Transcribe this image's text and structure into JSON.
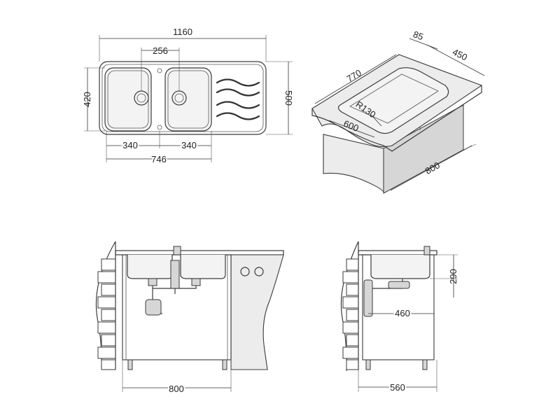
{
  "dimensions": {
    "top_length": "1160",
    "bowl_spacing": "256",
    "sink_depth": "420",
    "overall_depth": "500",
    "bowl_left": "340",
    "bowl_right": "340",
    "bowls_total": "746",
    "iso_width": "85",
    "iso_depth": "450",
    "iso_length": "770",
    "iso_radius": "R130",
    "iso_bowl": "600",
    "iso_cabinet": "800",
    "front_cabinet": "800",
    "side_height": "290",
    "side_drain": "460",
    "side_cabinet": "560"
  }
}
